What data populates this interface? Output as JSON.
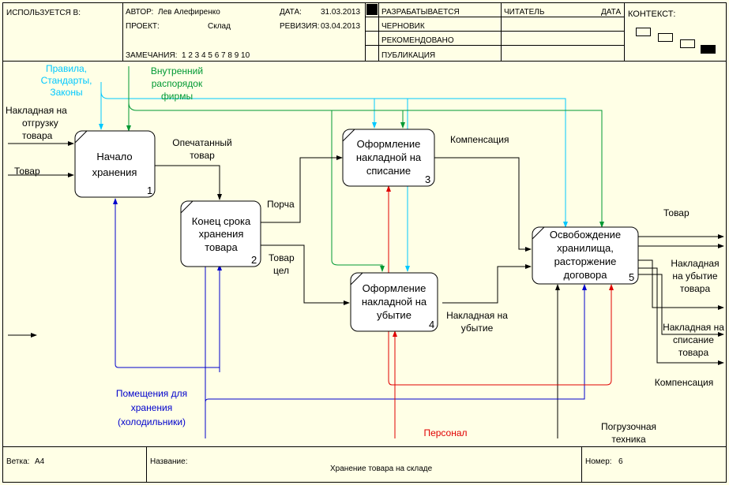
{
  "header": {
    "used_in_label": "ИСПОЛЬЗУЕТСЯ В:",
    "author_label": "АВТОР:",
    "author_value": "Лев Алефиренко",
    "project_label": "ПРОЕКТ:",
    "project_value": "Склад",
    "date_label": "ДАТА:",
    "date_value": "31.03.2013",
    "revision_label": "РЕВИЗИЯ:",
    "revision_value": "03.04.2013",
    "notes_label": "ЗАМЕЧАНИЯ:",
    "notes_value": "1 2 3 4 5 6 7 8 9 10",
    "status_items": [
      "РАЗРАБАТЫВАЕТСЯ",
      "ЧЕРНОВИК",
      "РЕКОМЕНДОВАНО",
      "ПУБЛИКАЦИЯ"
    ],
    "reader_label": "ЧИТАТЕЛЬ",
    "reader_date_label": "ДАТА",
    "context_label": "КОНТЕКСТ:"
  },
  "boxes": [
    {
      "id": "1",
      "title": [
        "Начало",
        "хранения"
      ]
    },
    {
      "id": "2",
      "title": [
        "Конец срока",
        "хранения",
        "товара"
      ]
    },
    {
      "id": "3",
      "title": [
        "Оформление",
        "накладной на",
        "списание"
      ]
    },
    {
      "id": "4",
      "title": [
        "Оформление",
        "накладной на",
        "убытие"
      ]
    },
    {
      "id": "5",
      "title": [
        "Освобождение",
        "хранилища,",
        "расторжение",
        "договора"
      ]
    }
  ],
  "labels": {
    "rules": [
      "Правила,",
      "Стандарты,",
      "Законы"
    ],
    "internal": [
      "Внутренний",
      "распорядок",
      "фирмы"
    ],
    "invoice_shipping": [
      "Накладная на",
      "отгрузку",
      "товара"
    ],
    "goods_in": "Товар",
    "printed_goods": [
      "Опечатанный",
      "товар"
    ],
    "spoilage": "Порча",
    "goods_whole": [
      "Товар",
      "цел"
    ],
    "compensation_top": "Компенсация",
    "invoice_loss_mid": [
      "Накладная на",
      "убытие"
    ],
    "premises": [
      "Помещения для",
      "хранения",
      "(холодильники)"
    ],
    "personnel": "Персонал",
    "loading_equipment": [
      "Погрузочная",
      "техника"
    ],
    "goods_out": "Товар",
    "invoice_loss_out": [
      "Накладная",
      "на убытие",
      "товара"
    ],
    "invoice_writeoff_out": [
      "Накладная на",
      "списание",
      "товара"
    ],
    "compensation_out": "Компенсация"
  },
  "footer": {
    "node_label": "Ветка:",
    "node_value": "А4",
    "name_label": "Название:",
    "name_value": "Хранение товара на складе",
    "number_label": "Номер:",
    "number_value": "6"
  },
  "colors": {
    "background": "#ffffe6",
    "control_cyan": "#00c8ff",
    "control_green": "#009933",
    "mechanism_blue": "#0000cc",
    "mechanism_red": "#e00000",
    "default": "#000000"
  }
}
